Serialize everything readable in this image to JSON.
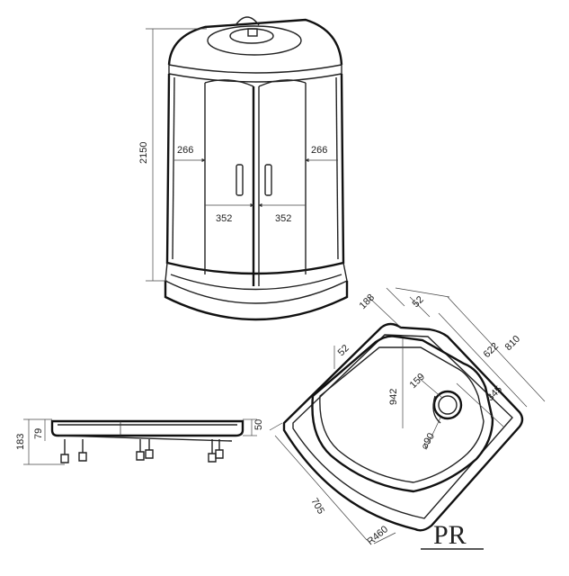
{
  "front_view": {
    "height_label": "2150",
    "side_panel_left": "266",
    "side_panel_right": "266",
    "door_left": "352",
    "door_right": "352"
  },
  "side_view": {
    "total_height": "183",
    "tray_depth": "79",
    "tray_rim": "50"
  },
  "plan_view": {
    "dim_188": "188",
    "dim_52_top": "52",
    "dim_52_left": "52",
    "dim_810": "810",
    "dim_622": "622",
    "dim_942": "942",
    "dim_159": "159",
    "dim_345": "345",
    "drain_diameter": "⌀90",
    "dim_705": "705",
    "radius": "R460"
  },
  "logo": {
    "text": "PR"
  },
  "colors": {
    "line": "#222222",
    "background": "#ffffff"
  }
}
